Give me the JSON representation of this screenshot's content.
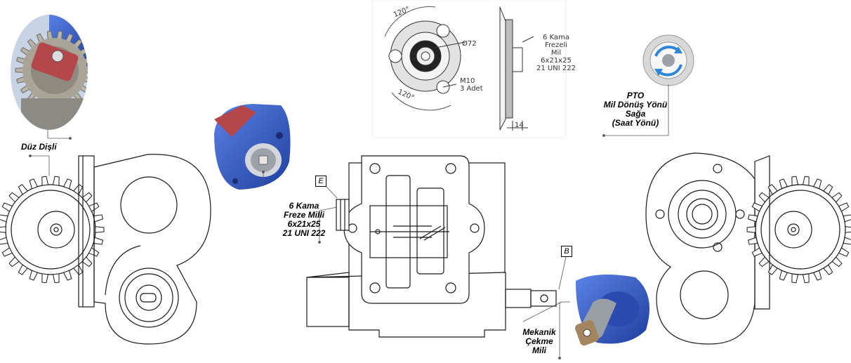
{
  "labels": {
    "duz_disli": "Düz Dişli",
    "kama_freze": [
      "6 Kama",
      "Freze Milli",
      "6x21x25",
      "21 UNI 222"
    ],
    "pto_dir": [
      "PTO",
      "Mil Dönüş Yönü",
      "Sağa",
      "(Saat Yönü)"
    ],
    "mekanik": [
      "Mekanik",
      "Çekme",
      "Mili"
    ],
    "tag_e": "E",
    "tag_b": "B"
  },
  "dims": {
    "angle_top": "120°",
    "angle_bottom": "120°",
    "diameter": "Ø72",
    "bolt": [
      "M10",
      "3 Adet"
    ],
    "spline_note": [
      "6 Kama",
      "Frezeli",
      "Mil",
      "6x21x25",
      "21 UNI 222"
    ],
    "width": "14"
  },
  "colors": {
    "ink": "#1a1a1a",
    "blue": "#2f59c8",
    "red": "#b5474a",
    "steel": "#9aa0a6",
    "arrow_blue": "#2e86d6"
  }
}
